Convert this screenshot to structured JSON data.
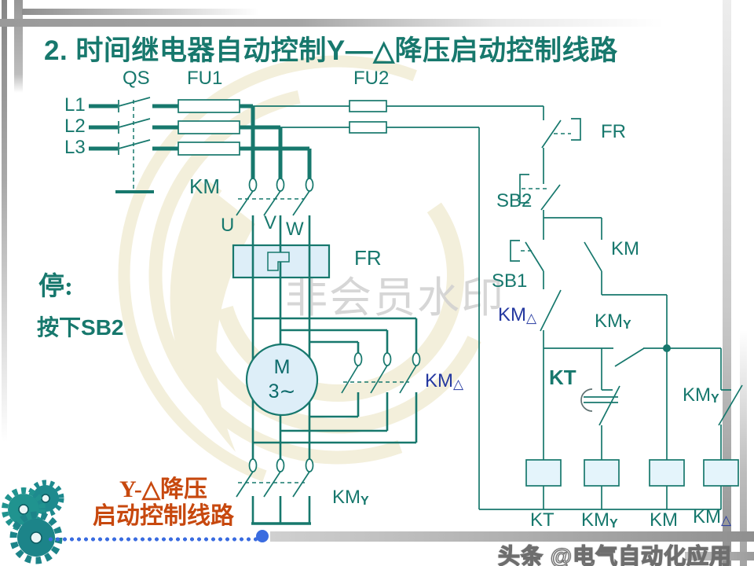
{
  "slide": {
    "title": "2. 时间继电器自动控制Y—△降压启动控制线路",
    "stop_heading": "停:",
    "stop_action_prefix": "按下",
    "stop_action_button": "SB2",
    "footer_line1": "Y-△降压",
    "footer_line2": "启动控制线路",
    "watermark_center": "非会员水印",
    "watermark_corner": "头条 @电气自动化应用"
  },
  "power_circuit": {
    "phase_labels": [
      "L1",
      "L2",
      "L3"
    ],
    "switch_label": "QS",
    "fuse1_label": "FU1",
    "fuse2_label": "FU2",
    "contactor_label": "KM",
    "terminal_labels": [
      "U",
      "V",
      "W"
    ],
    "overload_label": "FR",
    "motor_letter": "M",
    "motor_phase": "3∼",
    "delta_contact": {
      "main": "KM",
      "sub": "△"
    },
    "star_contact": {
      "main": "KM",
      "sub": "Y"
    }
  },
  "control_circuit": {
    "overload_contact": "FR",
    "stop_button": "SB2",
    "start_button": "SB1",
    "seal_contact": "KM",
    "delta_interlock": {
      "main": "KM",
      "sub": "△"
    },
    "star_aux": {
      "main": "KM",
      "sub": "Y"
    },
    "timer_label": "KT",
    "star_interlock": {
      "main": "KM",
      "sub": "Y"
    },
    "coil_kt": "KT",
    "coil_km_y": {
      "main": "KM",
      "sub": "Y"
    },
    "coil_km": "KM",
    "coil_km_delta": {
      "main": "KM",
      "sub": "△"
    }
  },
  "colors": {
    "teal": "#17786d",
    "navy": "#2438a0",
    "orange": "#c7480e",
    "light_blue": "#ddeef8",
    "accent_blue": "#3a6ce0"
  }
}
